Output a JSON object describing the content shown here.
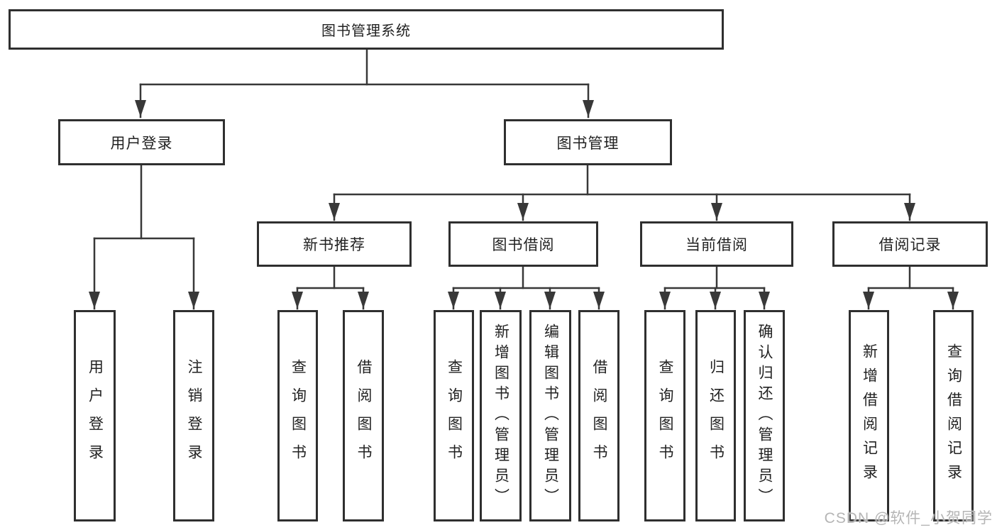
{
  "diagram": {
    "root": {
      "label": "图书管理系统"
    },
    "level2": [
      {
        "label": "用户登录"
      },
      {
        "label": "图书管理"
      }
    ],
    "level3": [
      {
        "label": "新书推荐"
      },
      {
        "label": "图书借阅"
      },
      {
        "label": "当前借阅"
      },
      {
        "label": "借阅记录"
      }
    ],
    "leaves": [
      {
        "label": "用户登录"
      },
      {
        "label": "注销登录"
      },
      {
        "label": "查询图书"
      },
      {
        "label": "借阅图书"
      },
      {
        "label": "查询图书"
      },
      {
        "label": "新增图书（管理员）"
      },
      {
        "label": "编辑图书（管理员）"
      },
      {
        "label": "借阅图书"
      },
      {
        "label": "查询图书"
      },
      {
        "label": "归还图书"
      },
      {
        "label": "确认归还（管理员）"
      },
      {
        "label": "新增借阅记录"
      },
      {
        "label": "查询借阅记录"
      }
    ],
    "watermark": "CSDN @软件_小贺同学",
    "colors": {
      "line": "#383838",
      "border": "#2f2f2f",
      "text": "#222222",
      "watermark": "#b5b5b5",
      "background": "#ffffff"
    }
  }
}
